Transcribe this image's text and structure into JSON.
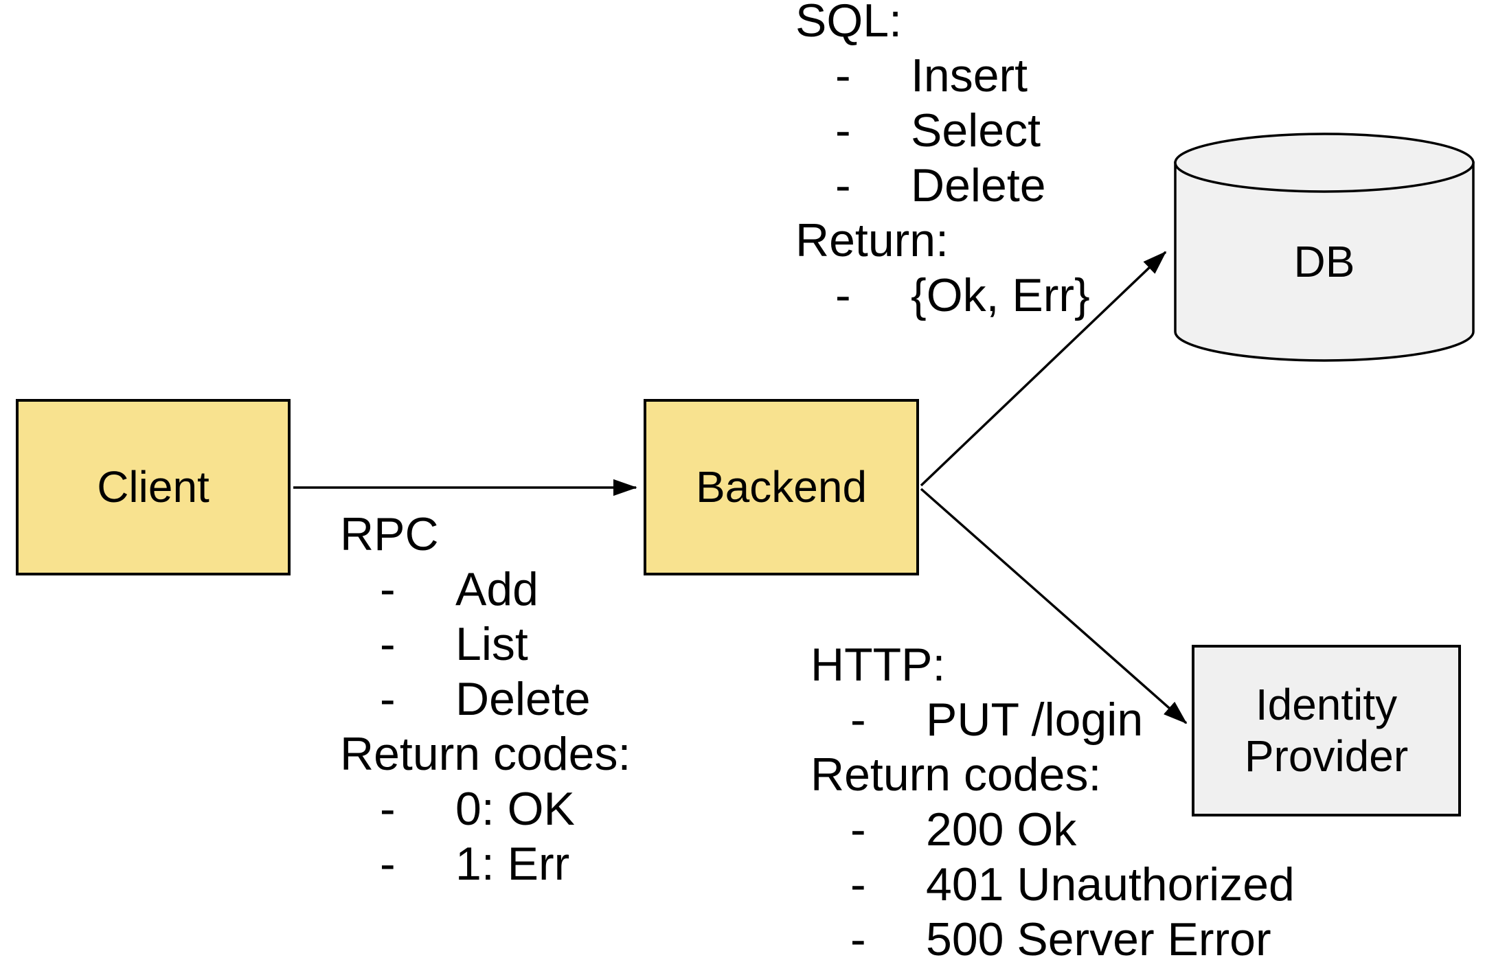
{
  "colors": {
    "background": "#FFFFFF",
    "node_fill_yellow": "#F8E28F",
    "idp_fill": "#F0F0F0",
    "db_fill": "#F1F1F1",
    "stroke": "#000000",
    "text": "#000000"
  },
  "nodes": {
    "client": {
      "label": "Client"
    },
    "backend": {
      "label": "Backend"
    },
    "db": {
      "label": "DB"
    },
    "idp": {
      "label": "Identity Provider"
    }
  },
  "edges": [
    {
      "from": "Client",
      "to": "Backend",
      "annotation": "rpc"
    },
    {
      "from": "Backend",
      "to": "DB",
      "annotation": "sql"
    },
    {
      "from": "Backend",
      "to": "Identity Provider",
      "annotation": "http"
    }
  ],
  "annotations": {
    "rpc": {
      "lines": [
        {
          "bullet": "",
          "text": "RPC"
        },
        {
          "bullet": "-",
          "text": "Add"
        },
        {
          "bullet": "-",
          "text": "List"
        },
        {
          "bullet": "-",
          "text": "Delete"
        },
        {
          "bullet": "",
          "text": "Return codes:"
        },
        {
          "bullet": "-",
          "text": "0: OK"
        },
        {
          "bullet": "-",
          "text": "1: Err"
        }
      ]
    },
    "sql": {
      "lines": [
        {
          "bullet": "",
          "text": "SQL:"
        },
        {
          "bullet": "-",
          "text": "Insert"
        },
        {
          "bullet": "-",
          "text": "Select"
        },
        {
          "bullet": "-",
          "text": "Delete"
        },
        {
          "bullet": "",
          "text": "Return:"
        },
        {
          "bullet": "-",
          "text": "{Ok, Err}"
        }
      ]
    },
    "http": {
      "lines": [
        {
          "bullet": "",
          "text": "HTTP:"
        },
        {
          "bullet": "-",
          "text": "PUT /login"
        },
        {
          "bullet": "",
          "text": "Return codes:"
        },
        {
          "bullet": "-",
          "text": "200 Ok"
        },
        {
          "bullet": "-",
          "text": "401 Unauthorized"
        },
        {
          "bullet": "-",
          "text": "500 Server Error"
        }
      ]
    }
  }
}
